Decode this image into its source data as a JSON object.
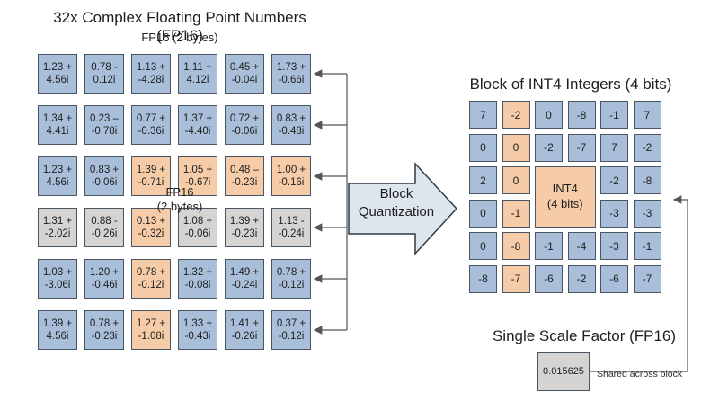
{
  "left_panel": {
    "title": "32x Complex Floating Point Numbers (FP16)",
    "subtitle": "FP16 (2 bytes)",
    "overlay_label": "FP16\n(2 bytes)",
    "rows": [
      {
        "color": "blue",
        "cells": [
          "1.23 +\n4.56i",
          "0.78 -\n0.12i",
          "1.13 +\n-4.28i",
          "1.11 +\n4.12i",
          "0.45 +\n-0.04i",
          "1.73 +\n-0.66i"
        ]
      },
      {
        "color": "blue",
        "cells": [
          "1.34 +\n4.41i",
          "0.23 –\n-0.78i",
          "0.77 +\n-0.36i",
          "1.37 +\n-4.40i",
          "0.72 +\n-0.06i",
          "0.83 +\n-0.48i"
        ]
      },
      {
        "color": "mixed",
        "cells": [
          "1.23 +\n4.56i",
          "0.83 +\n-0.06i",
          "1.39 +\n-0.71i",
          "1.05 +\n-0.67i",
          "0.48 –\n-0.23i",
          "1.00 +\n-0.16i"
        ]
      },
      {
        "color": "gray",
        "cells": [
          "1.31 +\n-2.02i",
          "0.88 -\n-0.26i",
          "0.13 +\n-0.32i",
          "1.08 +\n-0.06i",
          "1.39 +\n-0.23i",
          "1.13 -\n-0.24i"
        ]
      },
      {
        "color": "blue",
        "cells": [
          "1.03 +\n-3.06i",
          "1.20 +\n-0.46i",
          "0.78 +\n-0.12i",
          "1.32 +\n-0.08i",
          "1.49 +\n-0.24i",
          "0.78 +\n-0.12i"
        ]
      },
      {
        "color": "blue",
        "cells": [
          "1.39 +\n4.56i",
          "0.78 +\n-0.23i",
          "1.27 +\n-1.08i",
          "1.33 +\n-0.43i",
          "1.41 +\n-0.26i",
          "0.37 +\n-0.12i"
        ]
      }
    ],
    "cell_colors": [
      [
        "blue",
        "blue",
        "blue",
        "blue",
        "blue",
        "blue"
      ],
      [
        "blue",
        "blue",
        "blue",
        "blue",
        "blue",
        "blue"
      ],
      [
        "blue",
        "blue",
        "orange",
        "orange",
        "orange",
        "orange"
      ],
      [
        "gray",
        "gray",
        "orange",
        "gray",
        "gray",
        "gray"
      ],
      [
        "blue",
        "blue",
        "orange",
        "blue",
        "blue",
        "blue"
      ],
      [
        "blue",
        "blue",
        "orange",
        "blue",
        "blue",
        "blue"
      ]
    ]
  },
  "arrow": {
    "label": "Block\nQuantization"
  },
  "right_panel": {
    "title": "Block of INT4 Integers (4 bits)",
    "center_label": "INT4\n(4 bits)",
    "rows": [
      [
        "7",
        "-2",
        "0",
        "-8",
        "-1",
        "7"
      ],
      [
        "0",
        "0",
        "-2",
        "-7",
        "7",
        "-2"
      ],
      [
        "2",
        "0",
        "",
        "",
        "-2",
        "-8"
      ],
      [
        "0",
        "-1",
        "",
        "",
        "-3",
        "-3"
      ],
      [
        "0",
        "-8",
        "-1",
        "-4",
        "-3",
        "-1"
      ],
      [
        "-8",
        "-7",
        "-6",
        "-2",
        "-6",
        "-7"
      ]
    ],
    "cell_colors": [
      [
        "blue",
        "orange",
        "blue",
        "blue",
        "blue",
        "blue"
      ],
      [
        "blue",
        "orange",
        "blue",
        "blue",
        "blue",
        "blue"
      ],
      [
        "blue",
        "orange",
        "orange",
        "orange",
        "blue",
        "blue"
      ],
      [
        "blue",
        "orange",
        "orange",
        "orange",
        "blue",
        "blue"
      ],
      [
        "blue",
        "orange",
        "blue",
        "blue",
        "blue",
        "blue"
      ],
      [
        "blue",
        "orange",
        "blue",
        "blue",
        "blue",
        "blue"
      ]
    ]
  },
  "scale": {
    "title": "Single Scale Factor (FP16)",
    "value": "0.015625",
    "note": "Shared across block"
  },
  "colors": {
    "blue": "#a9bfd9",
    "orange": "#f6cca8",
    "gray": "#d6d4d3",
    "border": "#4a5563",
    "arrow_fill": "#dde5ee"
  }
}
